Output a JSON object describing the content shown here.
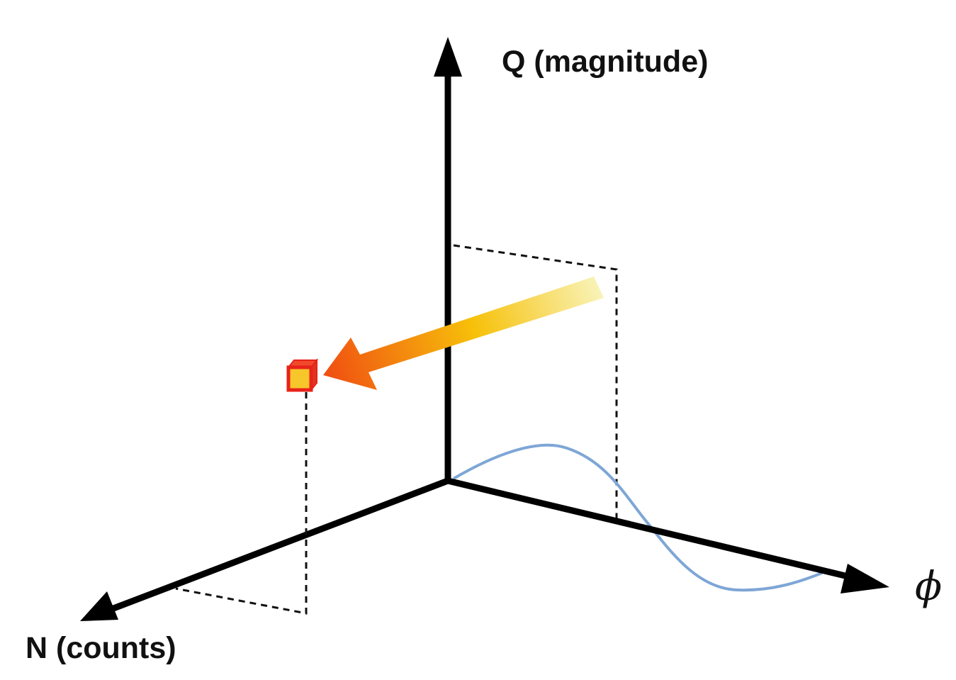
{
  "axes": {
    "vertical_label": "Q (magnitude)",
    "left_label": "N (counts)",
    "right_label": "ϕ"
  },
  "colors": {
    "axis": "#000000",
    "dashed_line": "#111111",
    "wave": "#7ea6d6",
    "arrow_start": "#f8f3b0",
    "arrow_mid": "#f7c10a",
    "arrow_end": "#f04a12",
    "marker_border": "#e8231a",
    "marker_fill": "#f7c62a"
  },
  "icons": {
    "marker": "cube-icon",
    "projection_arrow": "arrow-left-icon"
  }
}
